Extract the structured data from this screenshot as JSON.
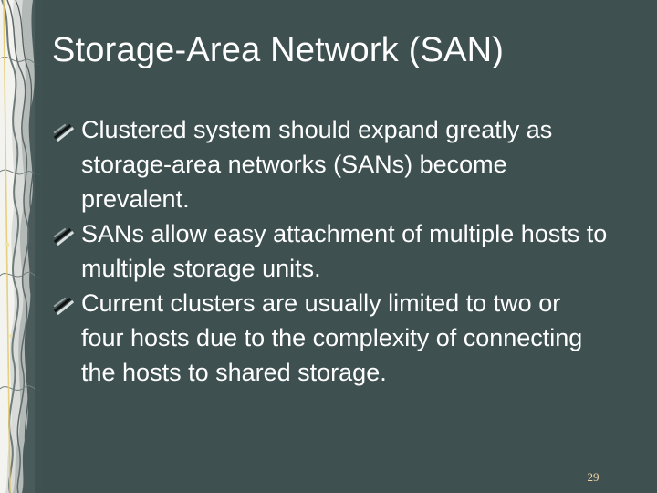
{
  "slide": {
    "title": "Storage-Area Network (SAN)",
    "bullets": [
      "Clustered system should expand greatly as storage-area networks (SANs) become prevalent.",
      "SANs allow easy attachment of multiple hosts to multiple storage units.",
      "Current clusters are usually limited to two or four hosts due to the complexity of connecting the hosts to shared storage."
    ],
    "page_number": "29"
  },
  "colors": {
    "background": "#3e5050",
    "text": "#ffffff",
    "page_number": "#f2d7a8",
    "topo_strip": "#8f9a9a"
  },
  "icons": {
    "bullet": "diagonal-stripe-bullet-icon",
    "decoration": "topographic-map-strip"
  }
}
